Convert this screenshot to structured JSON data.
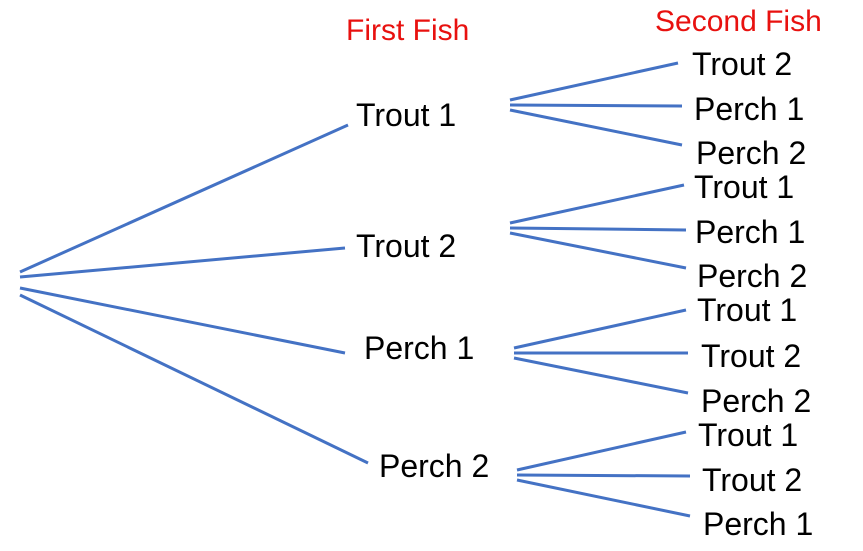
{
  "headers": {
    "first": "First Fish",
    "second": "Second Fish"
  },
  "colors": {
    "header": "#e8110f",
    "line": "#4472c4",
    "text": "#000000"
  },
  "branches": [
    {
      "label": "Trout 1",
      "children": [
        "Trout 2",
        "Perch 1",
        "Perch 2"
      ]
    },
    {
      "label": "Trout 2",
      "children": [
        "Trout 1",
        "Perch 1",
        "Perch 2"
      ]
    },
    {
      "label": "Perch 1",
      "children": [
        "Trout 1",
        "Trout 2",
        "Perch 2"
      ]
    },
    {
      "label": "Perch 2",
      "children": [
        "Trout 1",
        "Trout 2",
        "Perch 1"
      ]
    }
  ]
}
